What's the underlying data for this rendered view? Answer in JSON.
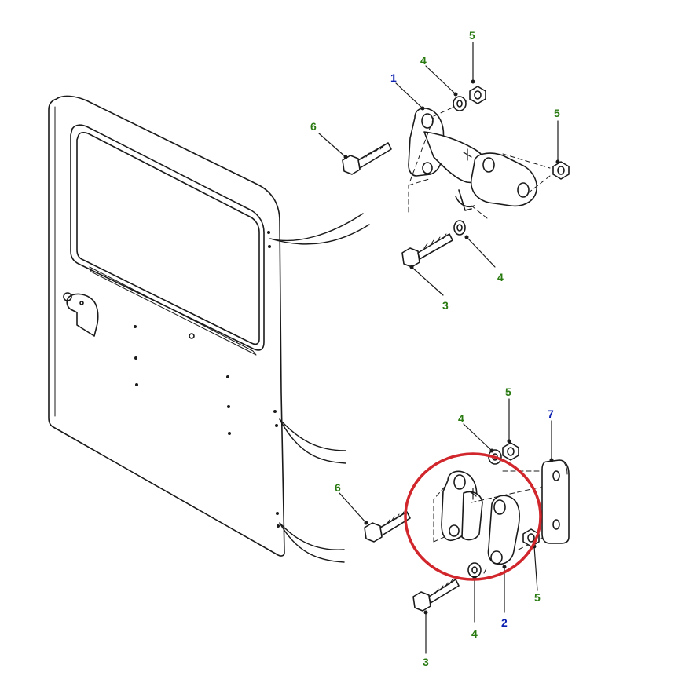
{
  "callouts": [
    {
      "id": "c1",
      "label": "1",
      "color": "#0b1fb0"
    },
    {
      "id": "c4a",
      "label": "4",
      "color": "#2a7a12"
    },
    {
      "id": "c5a",
      "label": "5",
      "color": "#2a7a12"
    },
    {
      "id": "c6a",
      "label": "6",
      "color": "#2a7a12"
    },
    {
      "id": "c5b",
      "label": "5",
      "color": "#2a7a12"
    },
    {
      "id": "c4b",
      "label": "4",
      "color": "#2a7a12"
    },
    {
      "id": "c3a",
      "label": "3",
      "color": "#2a7a12"
    },
    {
      "id": "c5c",
      "label": "5",
      "color": "#2a7a12"
    },
    {
      "id": "c7",
      "label": "7",
      "color": "#0b1fb0"
    },
    {
      "id": "c4c",
      "label": "4",
      "color": "#2a7a12"
    },
    {
      "id": "c6b",
      "label": "6",
      "color": "#2a7a12"
    },
    {
      "id": "c4d",
      "label": "4",
      "color": "#2a7a12"
    },
    {
      "id": "c2",
      "label": "2",
      "color": "#0b1fb0"
    },
    {
      "id": "c5d",
      "label": "5",
      "color": "#2a7a12"
    },
    {
      "id": "c3b",
      "label": "3",
      "color": "#2a7a12"
    }
  ],
  "highlight_color": "#d1262b"
}
